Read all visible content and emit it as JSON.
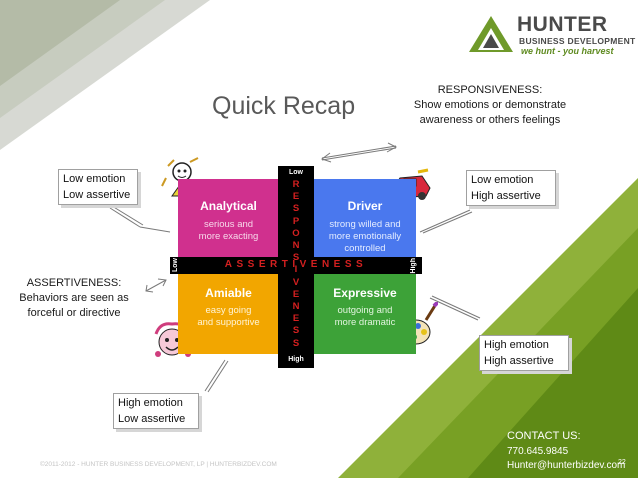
{
  "logo": {
    "name": "HUNTER",
    "subtitle": "BUSINESS DEVELOPMENT",
    "tagline": "we hunt - you harvest"
  },
  "title": "Quick Recap",
  "responsiveness_note": {
    "heading": "RESPONSIVENESS:",
    "text": "Show emotions or demonstrate awareness or others feelings"
  },
  "assertiveness_note": {
    "heading": "ASSERTIVENESS:",
    "text": "Behaviors are seen  as forceful or directive"
  },
  "tags": [
    {
      "line1": "Low emotion",
      "line2": "Low assertive"
    },
    {
      "line1": "Low emotion",
      "line2": "High assertive"
    },
    {
      "line1": "High emotion",
      "line2": "High assertive"
    },
    {
      "line1": "High emotion",
      "line2": "Low assertive"
    }
  ],
  "quadrants": {
    "analytical": {
      "title": "Analytical",
      "line1": "serious and",
      "line2": "more exacting",
      "color": "#d0308e"
    },
    "driver": {
      "title": "Driver",
      "line1": "strong willed and",
      "line2": "more emotionally",
      "line3": "controlled",
      "color": "#4a78ee"
    },
    "amiable": {
      "title": "Amiable",
      "line1": "easy going",
      "line2": "and supportive",
      "color": "#f2a600"
    },
    "expressive": {
      "title": "Expressive",
      "line1": "outgoing and",
      "line2": "more dramatic",
      "color": "#3da238"
    }
  },
  "axes": {
    "vertical_word": "RESPONSIVENESS",
    "horizontal_word": "ASSERTIVENESS",
    "v_low": "Low",
    "v_high": "High",
    "h_low": "Low",
    "h_high": "High"
  },
  "contact": {
    "title": "CONTACT US:",
    "phone": "770.645.9845",
    "email": "Hunter@hunterbizdev.com"
  },
  "footer": "©2011-2012 - HUNTER BUSINESS DEVELOPMENT, LP | HUNTERBIZDEV.COM",
  "page_number": "22",
  "colors": {
    "green_accent": "#6f9a2a",
    "axis_word": "#d42020"
  }
}
